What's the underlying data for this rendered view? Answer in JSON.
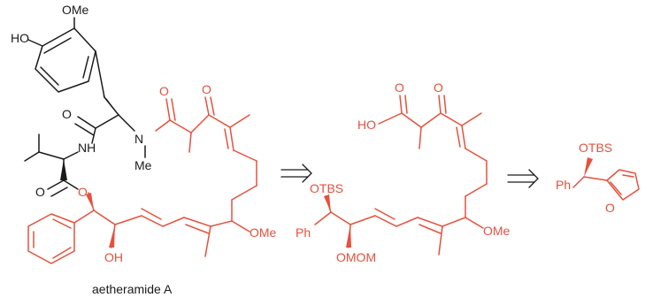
{
  "colors": {
    "black": "#1a1a1a",
    "red": "#e8503c"
  },
  "compound1": {
    "caption": "aetheramide A",
    "labels": {
      "ho": "HO",
      "ome_top": "OMe",
      "o_amide1": "O",
      "o_amide2": "O",
      "o_ketone": "O",
      "n": "N",
      "n_me": "Me",
      "nh": "NH",
      "o_ester_carbonyl": "O",
      "o_ester": "O",
      "oh": "OH",
      "ome_right": "OMe"
    }
  },
  "intermediate": {
    "labels": {
      "ho": "HO",
      "o_acid": "O",
      "o_ketone": "O",
      "otbs": "OTBS",
      "ph": "Ph",
      "omom": "OMOM",
      "ome": "OMe"
    }
  },
  "fragment": {
    "labels": {
      "otbs": "OTBS",
      "ph": "Ph",
      "o_furan": "O"
    }
  },
  "arrows": [
    "retrosynthesis-arrow-1",
    "retrosynthesis-arrow-2"
  ]
}
